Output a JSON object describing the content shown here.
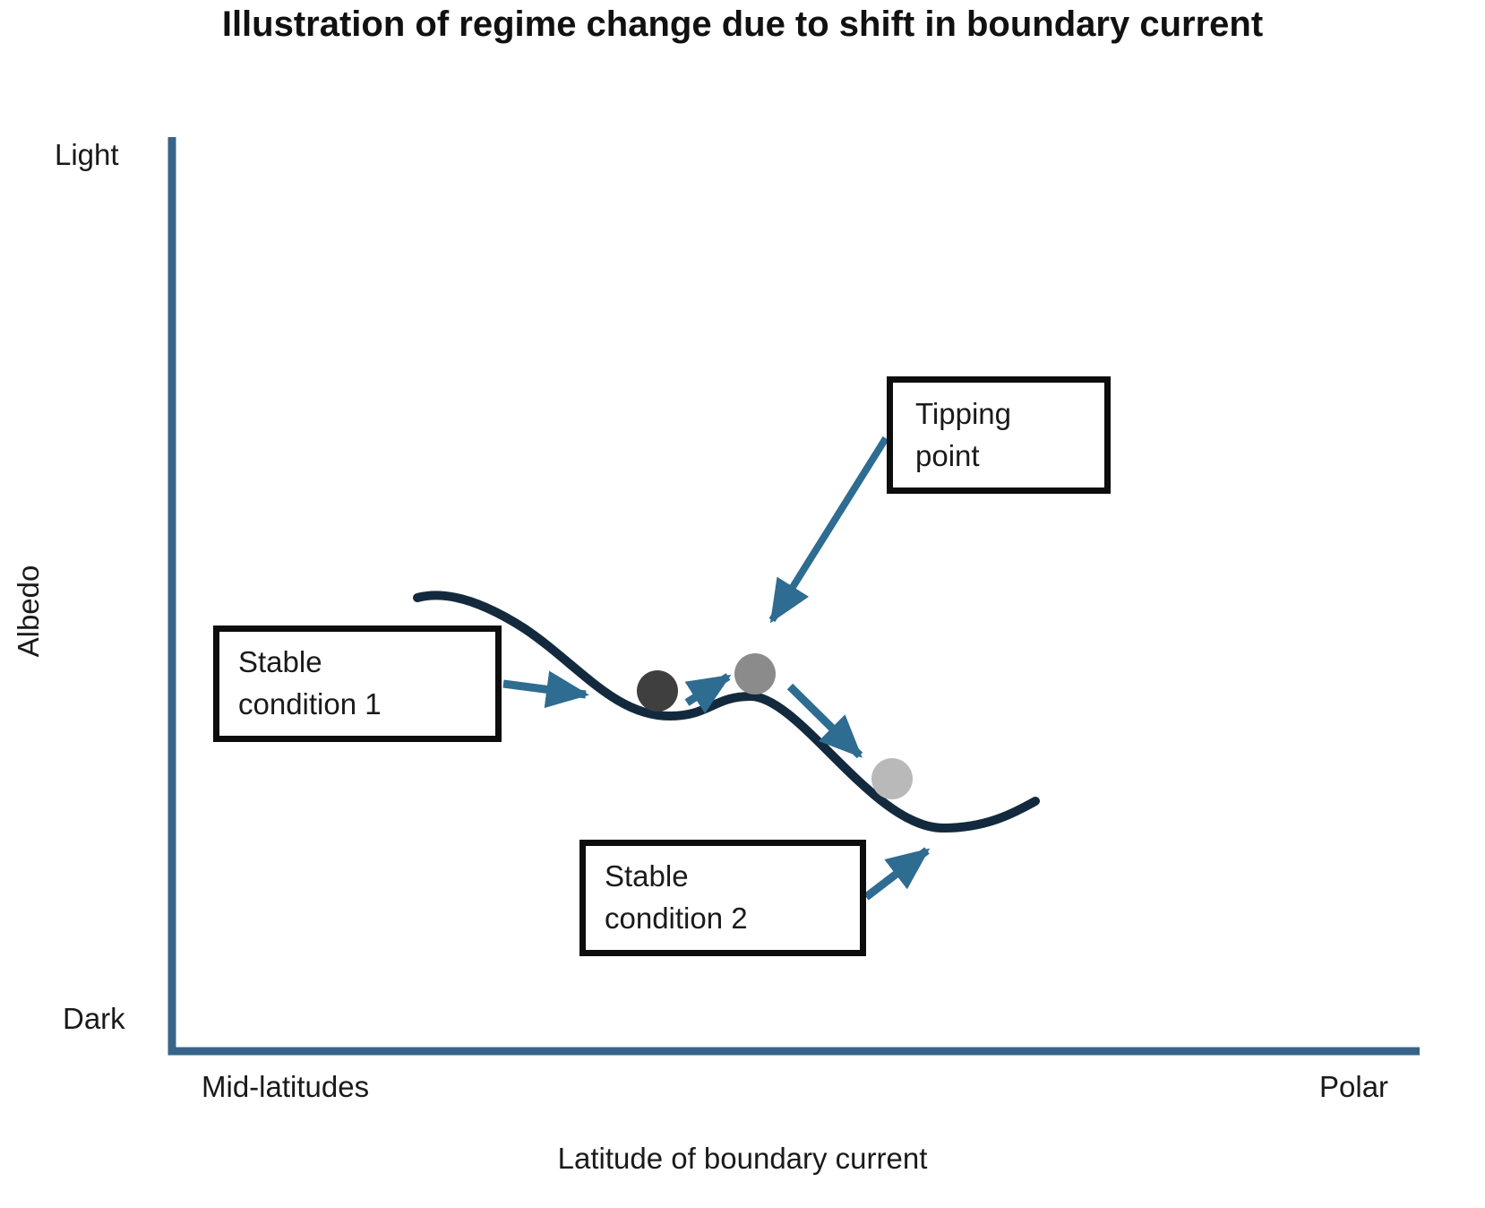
{
  "title": "Illustration of regime change due to shift in boundary current",
  "y_axis": {
    "label": "Albedo",
    "top_tick": "Light",
    "bottom_tick": "Dark"
  },
  "x_axis": {
    "label": "Latitude of boundary current",
    "left_tick": "Mid-latitudes",
    "right_tick": "Polar"
  },
  "annotations": {
    "stable1": {
      "lines": [
        "Stable",
        "condition 1"
      ]
    },
    "stable2": {
      "lines": [
        "Stable",
        "condition 2"
      ]
    },
    "tipping": {
      "lines": [
        "Tipping",
        "point"
      ]
    }
  },
  "colors": {
    "axis": "#38648a",
    "curve": "#132a3e",
    "arrow": "#2e6c91",
    "ball_dark": "#3f3f3f",
    "ball_medium": "#8b8b8b",
    "ball_light": "#b9b9b9",
    "box_border": "#0d0d0d",
    "text": "#1a1a1a"
  },
  "chart_data": {
    "type": "line",
    "title": "Illustration of regime change due to shift in boundary current",
    "xlabel": "Latitude of boundary current",
    "ylabel": "Albedo",
    "x_tick_labels": [
      "Mid-latitudes",
      "Polar"
    ],
    "y_tick_labels": [
      "Dark",
      "Light"
    ],
    "x_range": [
      "Mid-latitudes",
      "Polar"
    ],
    "y_range": [
      "Dark",
      "Light"
    ],
    "grid": false,
    "legend": false,
    "series": [
      {
        "name": "stability landscape curve",
        "shape": "double-well potential: shallow descent into first basin (stable condition 1), small ridge (tipping point), deeper descent into second basin (stable condition 2), slight rise at polar end",
        "points_norm_x": [
          0.2,
          0.28,
          0.4,
          0.46,
          0.62,
          0.69
        ],
        "points_norm_albedo": [
          0.5,
          0.46,
          0.37,
          0.39,
          0.24,
          0.27
        ]
      }
    ],
    "markers": [
      {
        "name": "ball in basin 1 (stable condition 1)",
        "x_norm": 0.39,
        "albedo_norm": 0.39,
        "color": "#3f3f3f"
      },
      {
        "name": "ball on ridge (tipping point)",
        "x_norm": 0.47,
        "albedo_norm": 0.41,
        "color": "#8b8b8b"
      },
      {
        "name": "ball rolling toward stable condition 2",
        "x_norm": 0.58,
        "albedo_norm": 0.3,
        "color": "#b9b9b9"
      }
    ],
    "annotations": [
      "Stable condition 1",
      "Tipping point",
      "Stable condition 2"
    ]
  }
}
